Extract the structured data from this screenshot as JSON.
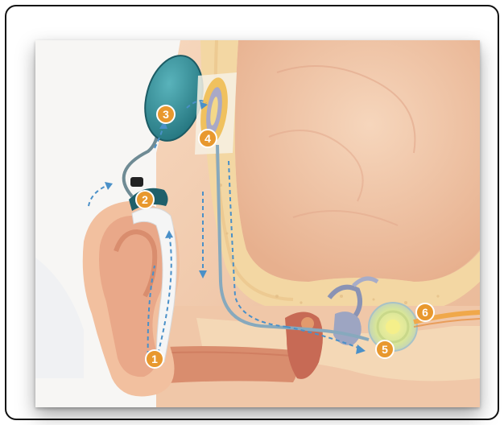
{
  "diagram": {
    "step_labels": [
      "1",
      "2",
      "3",
      "4",
      "5",
      "6"
    ],
    "colors": {
      "badge_fill": "#e8982e",
      "badge_text": "#ffffff",
      "skin": "#f2c8a4",
      "skin_dark": "#d98d6e",
      "bone": "#f5deb0",
      "transmitter": "#2f8a95",
      "signal_path": "#4a90c8",
      "nerve": "#f0a84a"
    }
  }
}
